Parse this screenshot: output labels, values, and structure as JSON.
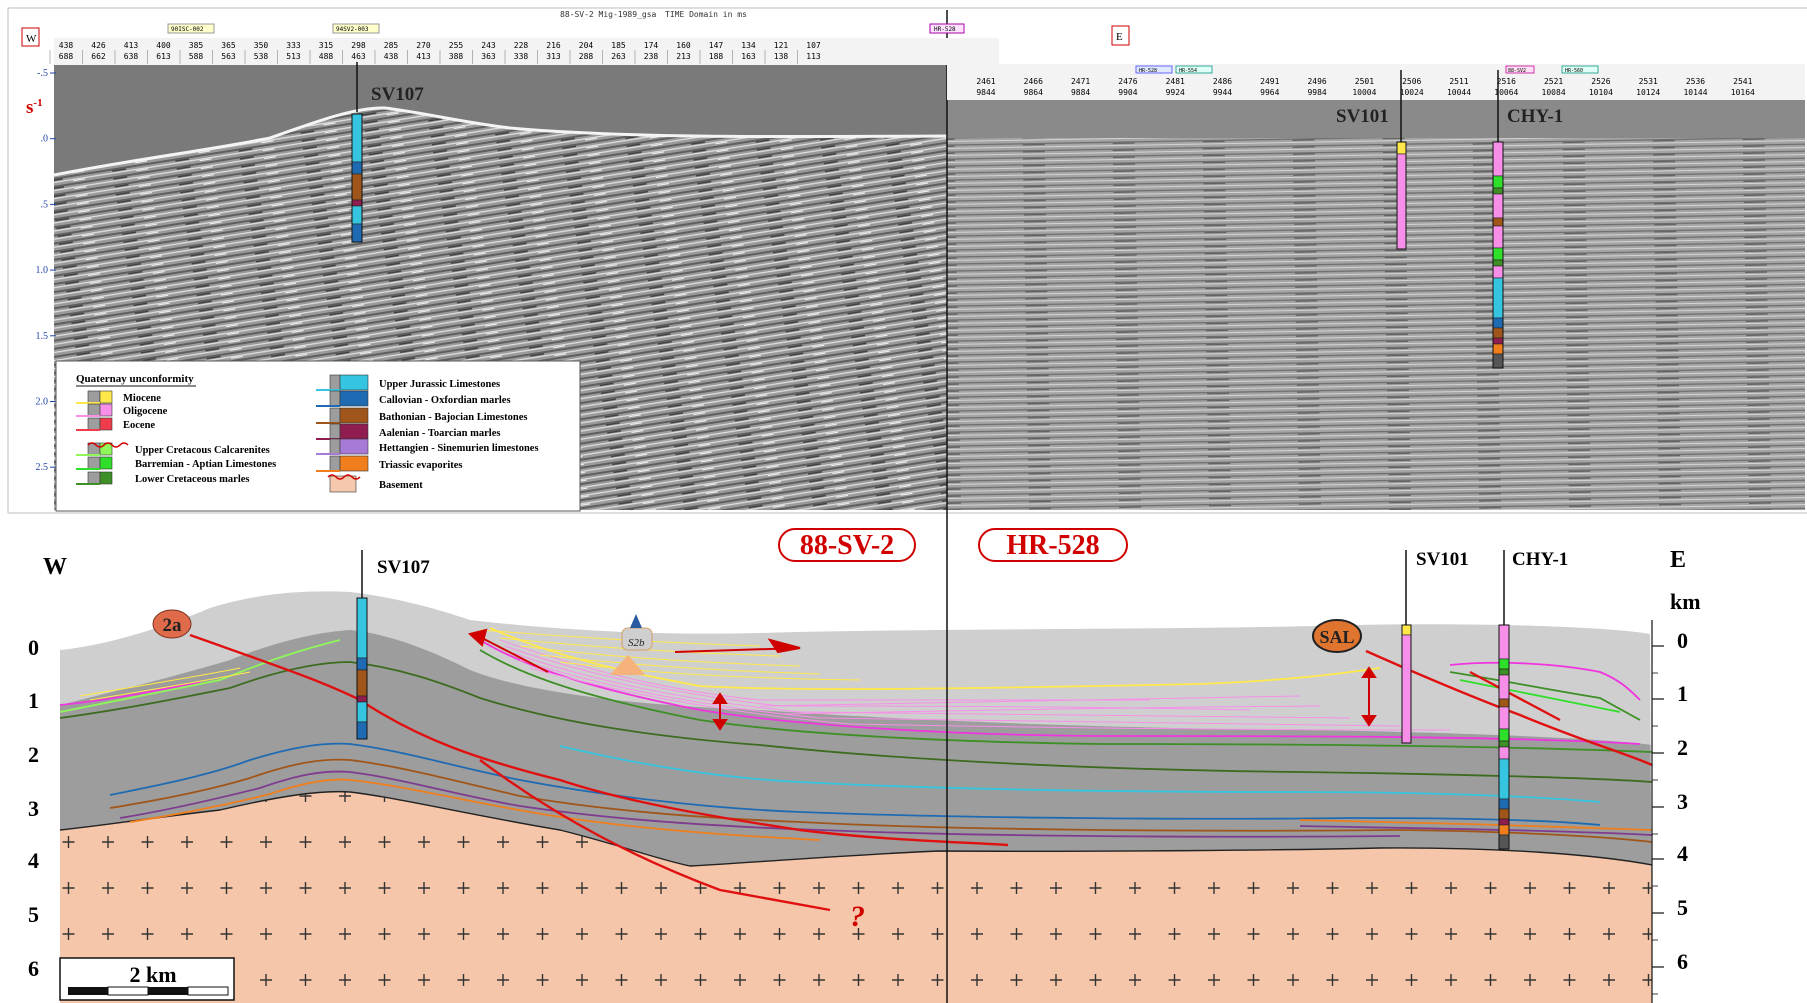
{
  "seismic": {
    "left_title": "88-SV-2 Mig-1989_gsa",
    "domain_note": "TIME Domain in ms",
    "west_marker": "W",
    "east_marker": "E",
    "unit": "s",
    "unit_exp": "-1",
    "time_ticks": [
      "-.5",
      ".0",
      ".5",
      "1.0",
      "1.5",
      "2.0",
      "2.5"
    ],
    "left_cdp_row1": [
      "438",
      "426",
      "413",
      "400",
      "385",
      "365",
      "350",
      "333",
      "315",
      "298",
      "285",
      "270",
      "255",
      "243",
      "228",
      "216",
      "204",
      "185",
      "174",
      "160",
      "147",
      "134",
      "121",
      "107"
    ],
    "left_cdp_row2": [
      "688",
      "662",
      "638",
      "613",
      "588",
      "563",
      "538",
      "513",
      "488",
      "463",
      "438",
      "413",
      "388",
      "363",
      "338",
      "313",
      "288",
      "263",
      "238",
      "213",
      "188",
      "163",
      "138",
      "113"
    ],
    "right_cdp_row1": [
      "2461",
      "2466",
      "2471",
      "2476",
      "2481",
      "2486",
      "2491",
      "2496",
      "2501",
      "2506",
      "2511",
      "2516",
      "2521",
      "2526",
      "2531",
      "2536",
      "2541"
    ],
    "right_cdp_row2": [
      "9844",
      "9864",
      "9884",
      "9904",
      "9924",
      "9944",
      "9964",
      "9984",
      "10004",
      "10024",
      "10044",
      "10064",
      "10084",
      "10104",
      "10124",
      "10144",
      "10164"
    ],
    "left_tags": [
      "90ISC-002",
      "94SV2-003"
    ],
    "tie_tag_hr": "HR-528",
    "right_tags": [
      "HR-528",
      "HR-554",
      "88-SV2",
      "HR-560"
    ],
    "wells": [
      "SV107",
      "SV101",
      "CHY-1"
    ]
  },
  "legend": {
    "title": "Quaternay unconformity",
    "left_items": [
      {
        "label": "Miocene",
        "color": "#ffe94a"
      },
      {
        "label": "Oligocene",
        "color": "#f78fe9"
      },
      {
        "label": "Eocene",
        "color": "#ef3b4b"
      },
      {
        "label": "Upper Cretacous Calcarenites",
        "color": "#8ff75a"
      },
      {
        "label": "Barremian - Aptian Limestones",
        "color": "#2fe02a"
      },
      {
        "label": "Lower Cretaceous marles",
        "color": "#3d8f26"
      }
    ],
    "right_items": [
      {
        "label": "Upper Jurassic Limestones",
        "color": "#36c5e0"
      },
      {
        "label": "Callovian - Oxfordian marles",
        "color": "#1f6bb3"
      },
      {
        "label": "Bathonian - Bajocian Limestones",
        "color": "#a0561a"
      },
      {
        "label": "Aalenian - Toarcian marles",
        "color": "#8f1d4f"
      },
      {
        "label": "Hettangien - Sinemurien limestones",
        "color": "#a77ad6"
      },
      {
        "label": "Triassic evaporites",
        "color": "#f07e1c"
      },
      {
        "label": "Basement",
        "color": "#f6c8ad"
      }
    ]
  },
  "section": {
    "line_left": "88-SV-2",
    "line_right": "HR-528",
    "west": "W",
    "east": "E",
    "unit": "km",
    "depth_ticks": [
      "0",
      "1",
      "2",
      "3",
      "4",
      "5",
      "6"
    ],
    "wells": [
      "SV107",
      "SV101",
      "CHY-1"
    ],
    "label_2a": "2a",
    "label_sal": "SAL",
    "fault_query": "?",
    "tag_s2b": "S2b",
    "scale_bar": "2 km"
  }
}
